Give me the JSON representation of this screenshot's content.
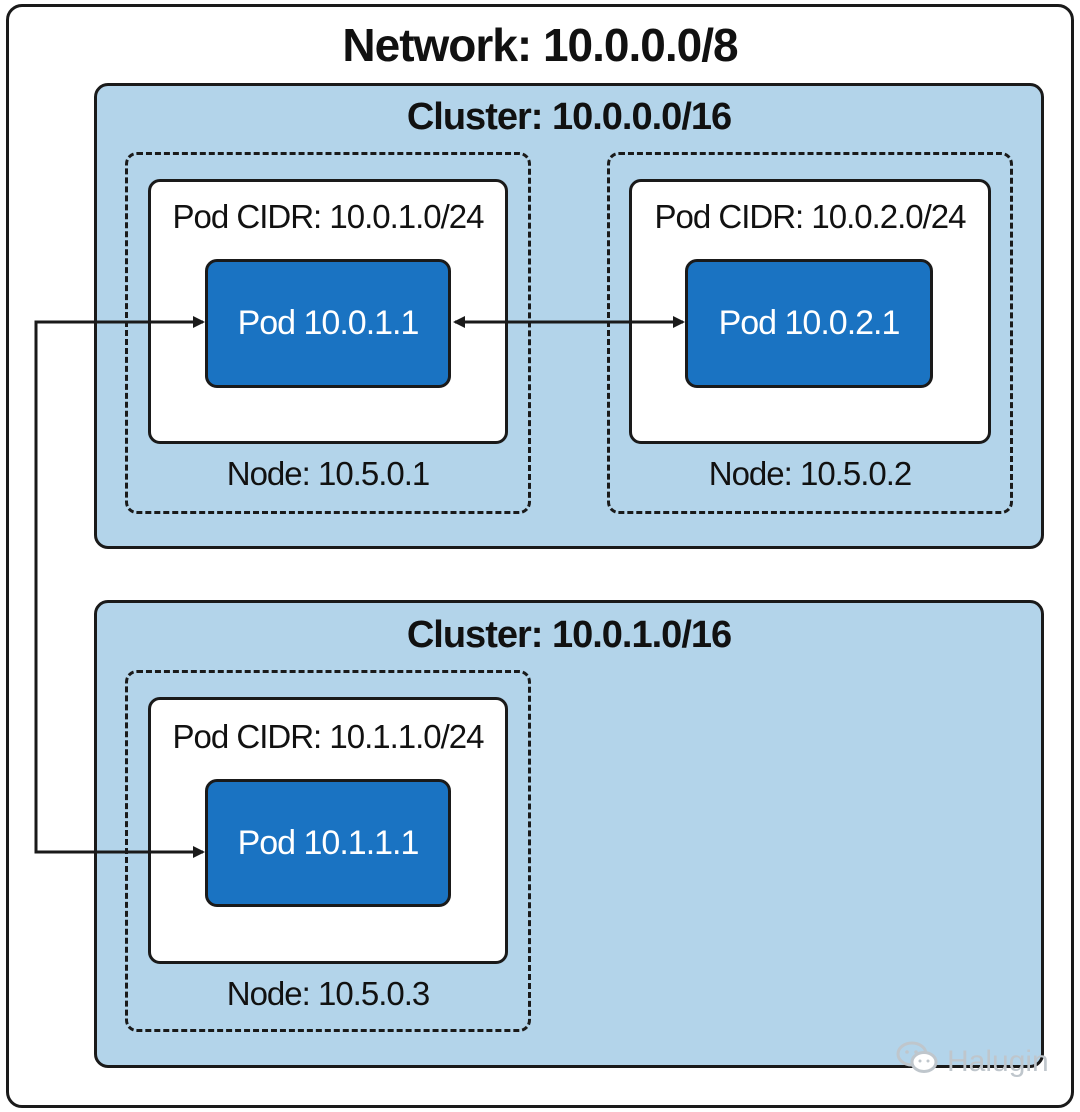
{
  "network": {
    "title": "Network: 10.0.0.0/8"
  },
  "clusters": [
    {
      "title": "Cluster: 10.0.0.0/16",
      "nodes": [
        {
          "label": "Node: 10.5.0.1",
          "pod_cidr": "Pod CIDR: 10.0.1.0/24",
          "pod": "Pod 10.0.1.1"
        },
        {
          "label": "Node: 10.5.0.2",
          "pod_cidr": "Pod CIDR: 10.0.2.0/24",
          "pod": "Pod 10.0.2.1"
        }
      ]
    },
    {
      "title": "Cluster: 10.0.1.0/16",
      "nodes": [
        {
          "label": "Node: 10.5.0.3",
          "pod_cidr": "Pod CIDR: 10.1.1.0/24",
          "pod": "Pod 10.1.1.1"
        }
      ]
    }
  ],
  "watermark": {
    "text": "Halugin",
    "icon": "wechat-icon"
  },
  "colors": {
    "cluster_fill": "#b3d4ea",
    "pod_fill": "#1a73c2",
    "stroke": "#1a1a1a"
  }
}
